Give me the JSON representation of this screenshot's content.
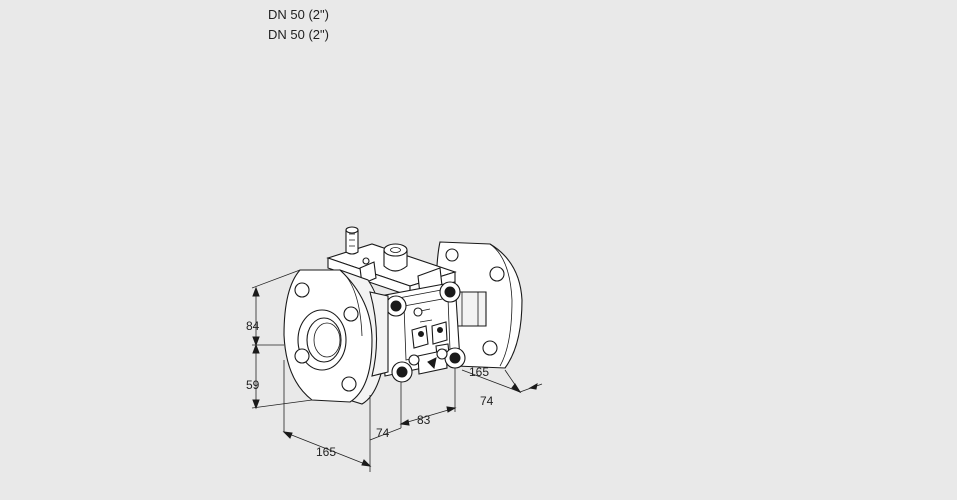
{
  "captions": [
    "DN 50 (2\")",
    "DN 50 (2\")"
  ],
  "dimensions": {
    "height_upper": "84",
    "height_lower": "59",
    "width_front_flange": "165",
    "width_front_depth": "74",
    "body_length": "83",
    "width_rear_flange": "165",
    "width_rear_depth": "74"
  },
  "colors": {
    "background": "#e9e9e9",
    "line": "#1a1a1a",
    "fill": "#ffffff"
  }
}
